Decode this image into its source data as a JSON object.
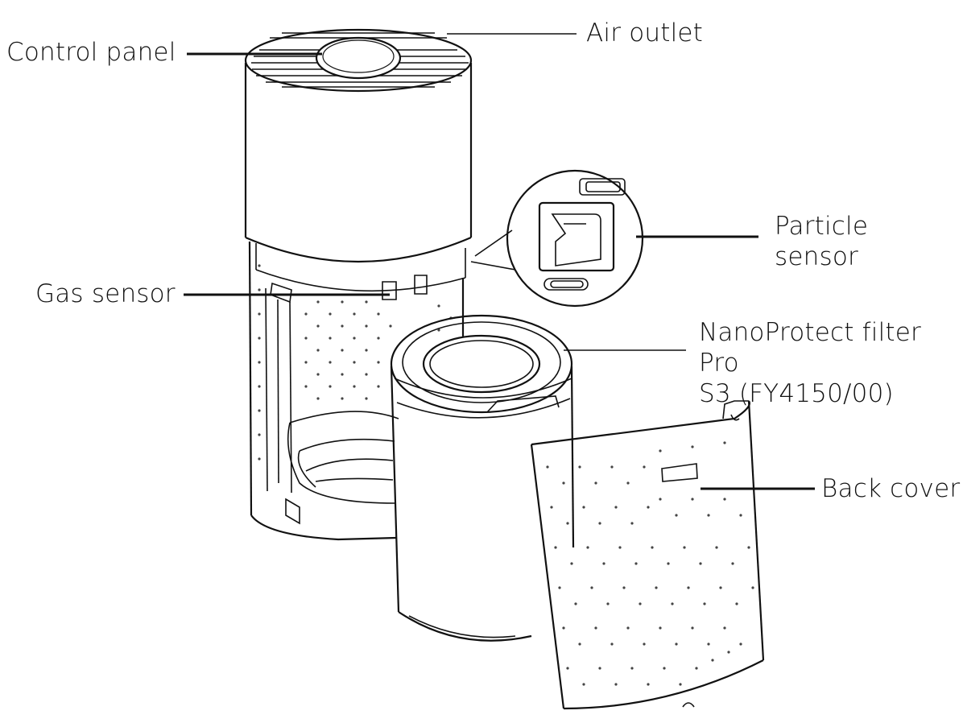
{
  "labels": {
    "control_panel": "Control panel",
    "air_outlet": "Air outlet",
    "particle_sensor": "Particle\nsensor",
    "gas_sensor": "Gas sensor",
    "filter": "NanoProtect filter Pro\nS3 (FY4150/00)",
    "back_cover": "Back cover"
  },
  "colors": {
    "line": "#111111",
    "background": "#ffffff"
  }
}
